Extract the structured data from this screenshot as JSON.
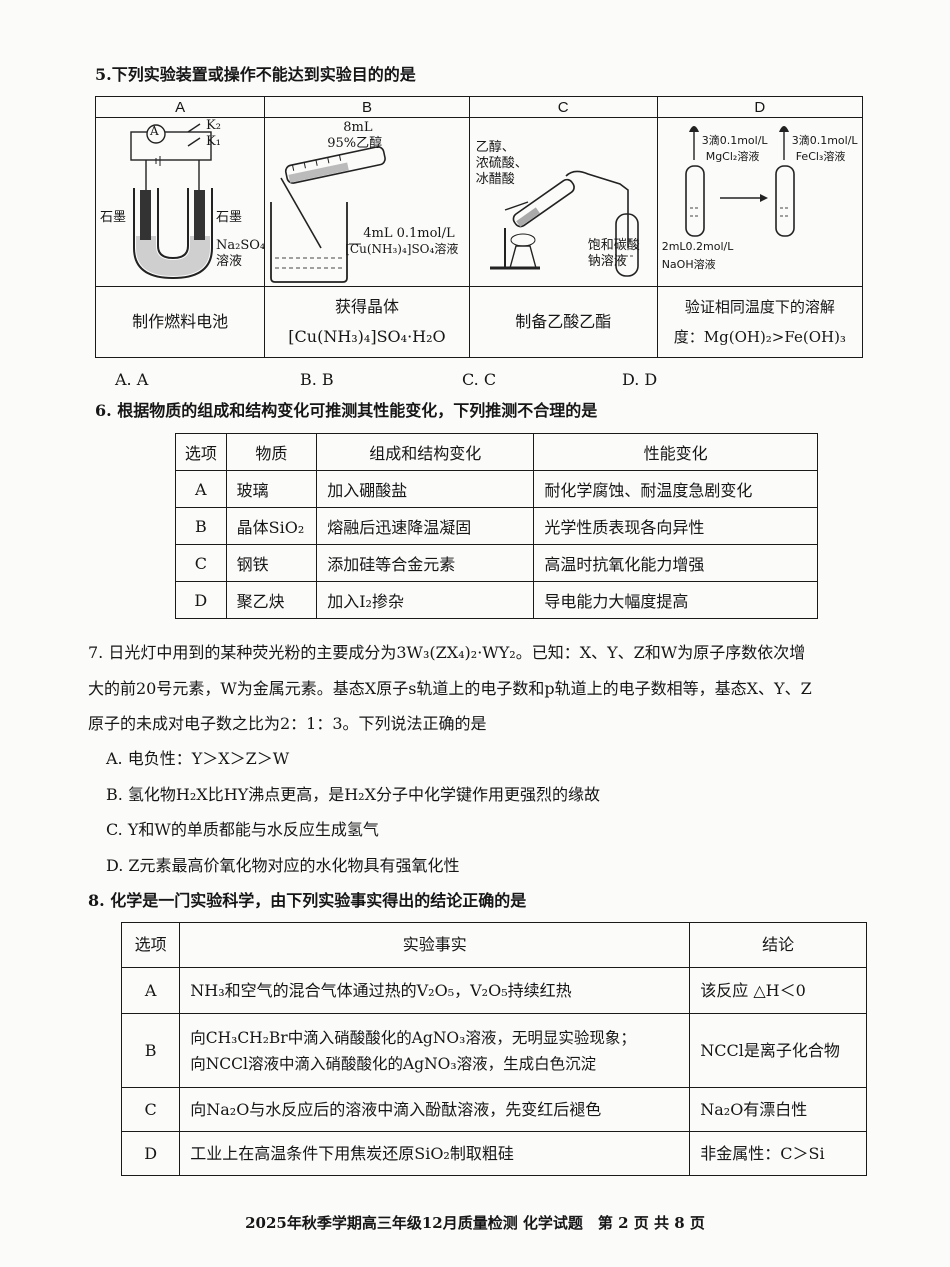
{
  "q5": {
    "stem": "5.下列实验装置或操作不能达到实验目的的是",
    "headers": [
      "A",
      "B",
      "C",
      "D"
    ],
    "fig_a": {
      "k2": "K₂",
      "k1": "K₁",
      "meter": "A",
      "left": "石墨",
      "right": "石墨",
      "sol1": "Na₂SO₄",
      "sol2": "溶液"
    },
    "fig_b": {
      "top1": "8mL",
      "top2": "95%乙醇",
      "bot1": "4mL 0.1mol/L",
      "bot2": "[Cu(NH₃)₄]SO₄溶液"
    },
    "fig_c": {
      "r1": "乙醇、",
      "r2": "浓硫酸、",
      "r3": "冰醋酸",
      "p1": "饱和碳酸",
      "p2": "钠溶液"
    },
    "fig_d": {
      "l1": "3滴0.1mol/L",
      "l2": "MgCl₂溶液",
      "r1": "3滴0.1mol/L",
      "r2": "FeCl₃溶液",
      "b1": "2mL0.2mol/L",
      "b2": "NaOH溶液"
    },
    "labels": [
      {
        "l1": "制作燃料电池",
        "l2": ""
      },
      {
        "l1": "获得晶体",
        "l2": "[Cu(NH₃)₄]SO₄·H₂O"
      },
      {
        "l1": "制备乙酸乙酯",
        "l2": ""
      },
      {
        "l1": "验证相同温度下的溶解",
        "l2": "度：Mg(OH)₂>Fe(OH)₃"
      }
    ],
    "options": [
      "A. A",
      "B. B",
      "C. C",
      "D. D"
    ]
  },
  "q6": {
    "stem": "6. 根据物质的组成和结构变化可推测其性能变化，下列推测不合理的是",
    "headers": [
      "选项",
      "物质",
      "组成和结构变化",
      "性能变化"
    ],
    "rows": [
      [
        "A",
        "玻璃",
        "加入硼酸盐",
        "耐化学腐蚀、耐温度急剧变化"
      ],
      [
        "B",
        "晶体SiO₂",
        "熔融后迅速降温凝固",
        "光学性质表现各向异性"
      ],
      [
        "C",
        "钢铁",
        "添加硅等合金元素",
        "高温时抗氧化能力增强"
      ],
      [
        "D",
        "聚乙炔",
        "加入I₂掺杂",
        "导电能力大幅度提高"
      ]
    ]
  },
  "q7": {
    "line1": "7. 日光灯中用到的某种荧光粉的主要成分为3W₃(ZX₄)₂·WY₂。已知：X、Y、Z和W为原子序数依次增",
    "line2": "大的前20号元素，W为金属元素。基态X原子s轨道上的电子数和p轨道上的电子数相等，基态X、Y、Z",
    "line3": "原子的未成对电子数之比为2：1：3。下列说法正确的是",
    "options": [
      "A. 电负性：Y＞X＞Z＞W",
      "B. 氢化物H₂X比HY沸点更高，是H₂X分子中化学键作用更强烈的缘故",
      "C. Y和W的单质都能与水反应生成氢气",
      "D. Z元素最高价氧化物对应的水化物具有强氧化性"
    ]
  },
  "q8": {
    "stem": "8. 化学是一门实验科学，由下列实验事实得出的结论正确的是",
    "headers": [
      "选项",
      "实验事实",
      "结论"
    ],
    "rows": [
      {
        "opt": "A",
        "fact1": "NH₃和空气的混合气体通过热的V₂O₅，V₂O₅持续红热",
        "fact2": "",
        "concl": "该反应 △H＜0"
      },
      {
        "opt": "B",
        "fact1": "向CH₃CH₂Br中滴入硝酸酸化的AgNO₃溶液，无明显实验现象；",
        "fact2": "向NCCl溶液中滴入硝酸酸化的AgNO₃溶液，生成白色沉淀",
        "concl": "NCCl是离子化合物"
      },
      {
        "opt": "C",
        "fact1": "向Na₂O与水反应后的溶液中滴入酚酞溶液，先变红后褪色",
        "fact2": "",
        "concl": "Na₂O有漂白性"
      },
      {
        "opt": "D",
        "fact1": "工业上在高温条件下用焦炭还原SiO₂制取粗硅",
        "fact2": "",
        "concl": "非金属性：C＞Si"
      }
    ]
  },
  "footer": "2025年秋季学期高三年级12月质量检测 化学试题　第 2 页 共 8 页"
}
